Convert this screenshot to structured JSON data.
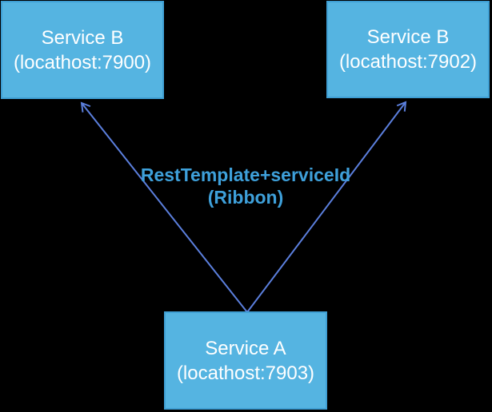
{
  "canvas": {
    "background_color": "#000000"
  },
  "colors": {
    "box_fill": "#55b4e1",
    "box_border": "#3f9fd4",
    "box_text": "#ffffff",
    "arrow": "#5b7fdd",
    "label_text": "#3ea0da"
  },
  "nodes": [
    {
      "id": "service-b-7900",
      "title": "Service B",
      "subtitle": "(locathost:7900)"
    },
    {
      "id": "service-b-7902",
      "title": "Service B",
      "subtitle": "(locathost:7902)"
    },
    {
      "id": "service-a-7903",
      "title": "Service A",
      "subtitle": "(locathost:7903)"
    }
  ],
  "edges": [
    {
      "from": "service-a-7903",
      "to": "service-b-7900"
    },
    {
      "from": "service-a-7903",
      "to": "service-b-7902"
    }
  ],
  "edge_label": {
    "line1": "RestTemplate+serviceId",
    "line2": "(Ribbon)"
  }
}
